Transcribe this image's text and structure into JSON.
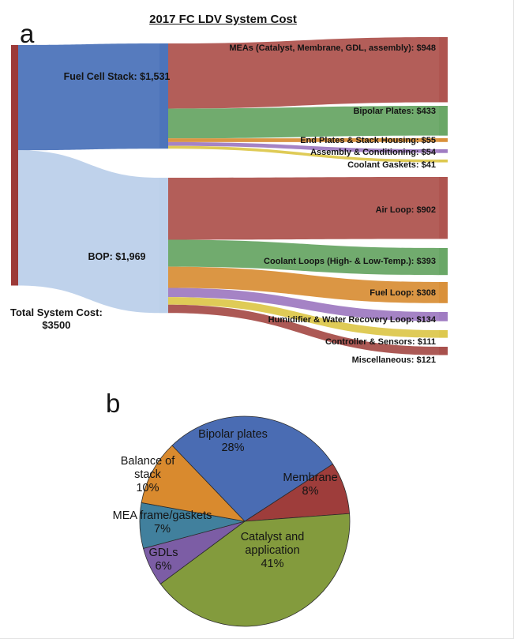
{
  "figure": {
    "panel_a_label": "a",
    "panel_b_label": "b"
  },
  "chart_data": [
    {
      "type": "sankey",
      "title": "2017 FC LDV System Cost",
      "units": "$",
      "source": {
        "name": "Total System Cost",
        "value": 3500,
        "label_lines": [
          "Total System Cost:",
          "$3500"
        ],
        "color": "#9c3a38"
      },
      "stages": [
        {
          "name": "Fuel Cell Stack",
          "label": "Fuel Cell Stack: $1,531",
          "value": 1531,
          "color": "#4d74ba",
          "children": [
            {
              "name": "MEAs",
              "label": "MEAs (Catalyst, Membrane, GDL, assembly): $948",
              "value": 948,
              "color": "#af5550"
            },
            {
              "name": "Bipolar Plates",
              "label": "Bipolar Plates: $433",
              "value": 433,
              "color": "#69a766"
            },
            {
              "name": "End Plates & Stack Housing",
              "label": "End Plates & Stack Housing: $55",
              "value": 55,
              "color": "#d9903a"
            },
            {
              "name": "Assembly & Conditioning",
              "label": "Assembly & Conditioning: $54",
              "value": 54,
              "color": "#a07cc2"
            },
            {
              "name": "Coolant Gaskets",
              "label": "Coolant Gaskets: $41",
              "value": 41,
              "color": "#ddc84e"
            }
          ]
        },
        {
          "name": "BOP",
          "label": "BOP: $1,969",
          "value": 1969,
          "color": "#bcd0ea",
          "children": [
            {
              "name": "Air Loop",
              "label": "Air Loop: $902",
              "value": 902,
              "color": "#af5550"
            },
            {
              "name": "Coolant Loops",
              "label": "Coolant Loops (High- & Low-Temp.): $393",
              "value": 393,
              "color": "#69a766"
            },
            {
              "name": "Fuel Loop",
              "label": "Fuel Loop: $308",
              "value": 308,
              "color": "#d9903a"
            },
            {
              "name": "Humidifier & Water Recovery Loop",
              "label": "Humidifier & Water Recovery Loop: $134",
              "value": 134,
              "color": "#a07cc2"
            },
            {
              "name": "Controller & Sensors",
              "label": "Controller & Sensors: $111",
              "value": 111,
              "color": "#ddc84e"
            },
            {
              "name": "Miscellaneous",
              "label": "Miscellaneous: $121",
              "value": 121,
              "color": "#a8504c"
            }
          ]
        }
      ]
    },
    {
      "type": "pie",
      "slices": [
        {
          "label": "Bipolar plates",
          "pct": 28,
          "pct_label": "28%",
          "color": "#4a6cb3"
        },
        {
          "label": "Membrane",
          "pct": 8,
          "pct_label": "8%",
          "color": "#9e3d3b"
        },
        {
          "label": "Catalyst and application",
          "pct": 41,
          "pct_label": "41%",
          "color": "#839b3d"
        },
        {
          "label": "GDLs",
          "pct": 6,
          "pct_label": "6%",
          "color": "#7c5da5"
        },
        {
          "label": "MEA frame/gaskets",
          "pct": 7,
          "pct_label": "7%",
          "color": "#41809d"
        },
        {
          "label": "Balance of stack",
          "pct": 10,
          "pct_label": "10%",
          "color": "#d98a2e"
        }
      ],
      "start_angle_deg": 133.8,
      "direction": "clockwise",
      "legend": "none"
    }
  ]
}
